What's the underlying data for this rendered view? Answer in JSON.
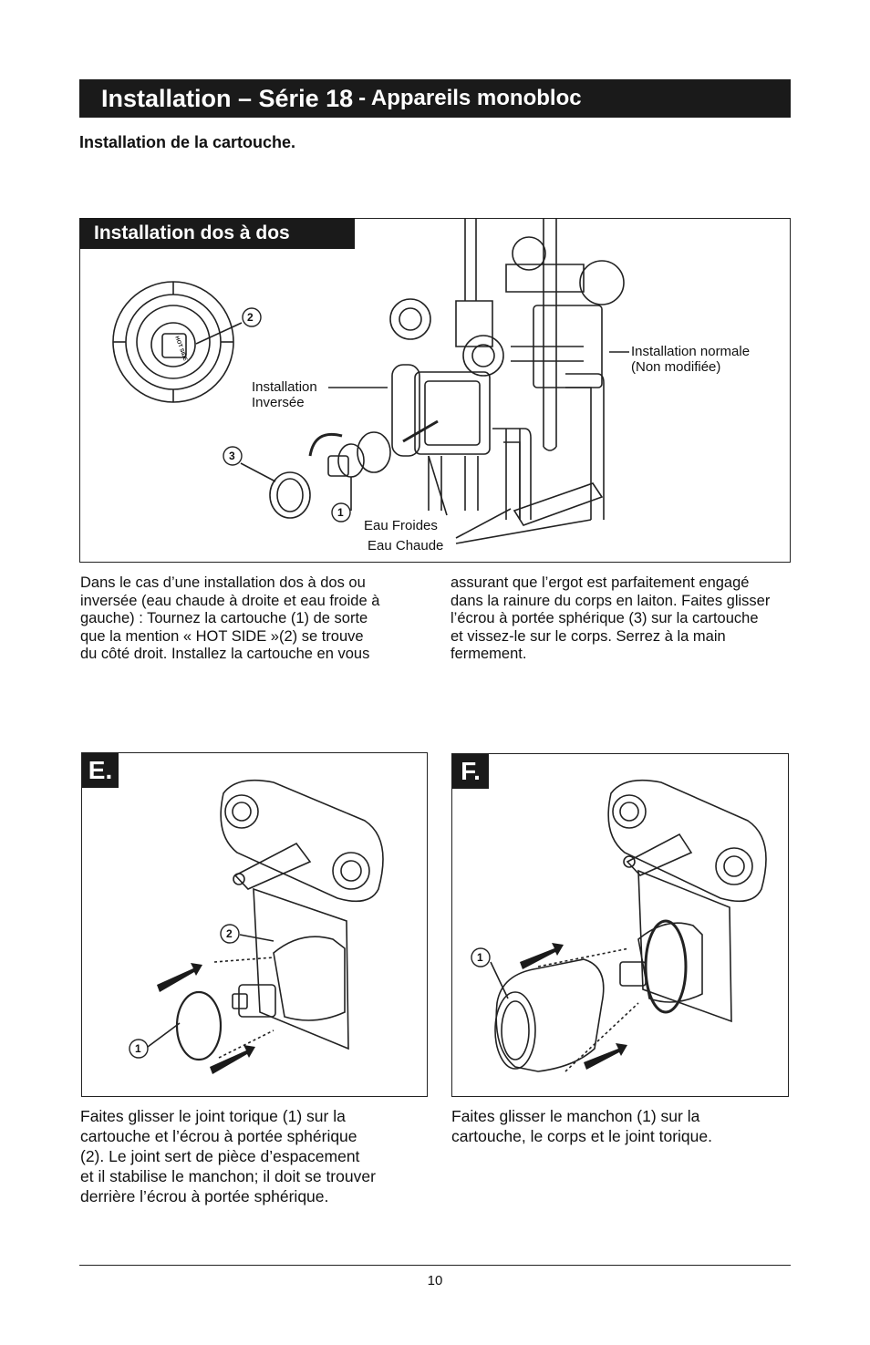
{
  "header": {
    "title_main": "Installation – Série 18",
    "title_sub": "- Appareils monobloc"
  },
  "subheading": "Installation de la cartouche.",
  "back_to_back": {
    "tab_title": "Installation dos à dos",
    "labels": {
      "reversed_line1": "Installation",
      "reversed_line2": "Inversée",
      "normal_line1": "Installation normale",
      "normal_line2": "(Non modifiée)",
      "cold_water": "Eau Froides",
      "hot_water": "Eau Chaude",
      "hot_side_mark": "HOT SIDE"
    },
    "callouts": [
      "2",
      "3",
      "1"
    ],
    "text_left": [
      "Dans le cas d’une installation dos à dos ou",
      "inversée (eau chaude à droite et eau froide à",
      "gauche) : Tournez la cartouche (1) de sorte",
      "que la mention « HOT SIDE »(2) se trouve",
      "du côté droit. Installez la cartouche en vous"
    ],
    "text_right": [
      "assurant que l’ergot est parfaitement engagé",
      "dans la rainure du corps en laiton. Faites glisser",
      "l’écrou à portée sphérique (3) sur la cartouche",
      "et vissez-le sur le corps. Serrez à la main",
      "fermement."
    ]
  },
  "step_e": {
    "letter": "E.",
    "callouts": [
      "2",
      "1"
    ],
    "caption": [
      "Faites glisser le joint torique (1) sur la",
      "cartouche et l’écrou à portée sphérique",
      "(2). Le joint sert de pièce d’espacement",
      "et il stabilise le manchon; il doit se trouver",
      "derrière l’écrou à portée sphérique."
    ]
  },
  "step_f": {
    "letter": "F.",
    "callouts": [
      "1"
    ],
    "caption": [
      "Faites glisser le manchon (1) sur la",
      "cartouche, le corps et le joint torique."
    ]
  },
  "footer": {
    "page_number": "10"
  }
}
